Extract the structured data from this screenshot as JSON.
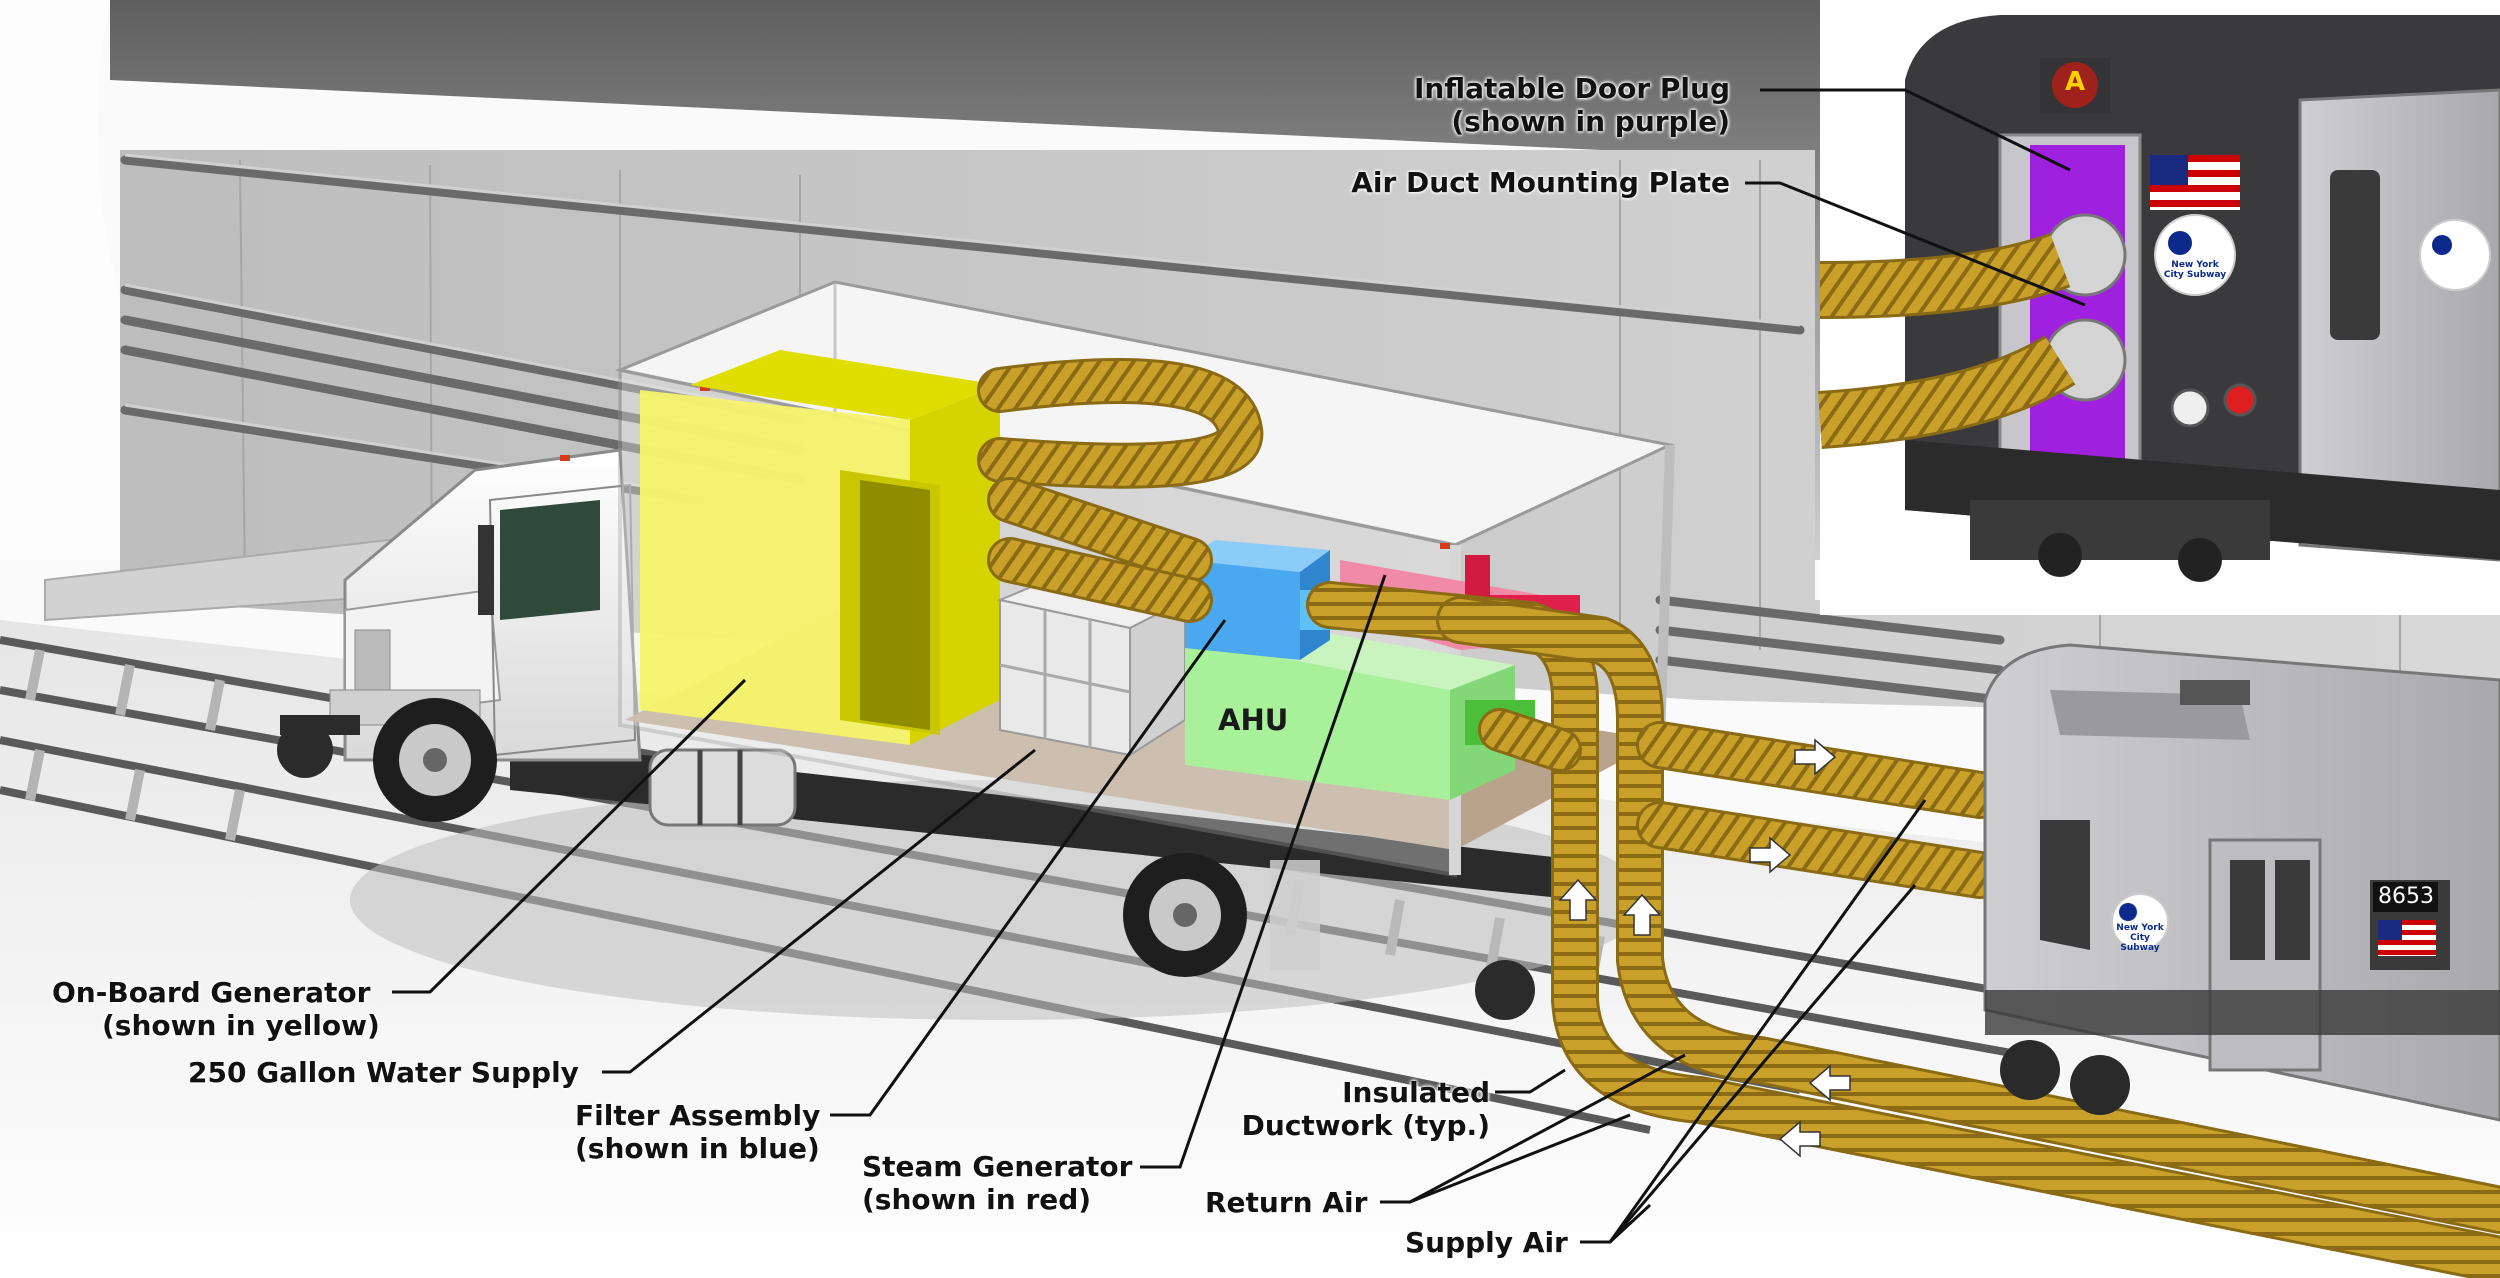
{
  "components": {
    "ahu_label": "AHU",
    "car_number": "8653",
    "route_letter": "A",
    "logo_text": "New York City Subway"
  },
  "callouts": {
    "door_plug": [
      "Inflatable Door Plug",
      "(shown in purple)"
    ],
    "mounting_plate": "Air Duct Mounting Plate",
    "generator": [
      "On-Board Generator",
      "(shown in yellow)"
    ],
    "water": "250 Gallon Water Supply",
    "filter": [
      "Filter Assembly",
      "(shown in blue)"
    ],
    "steam": [
      "Steam Generator",
      "(shown in red)"
    ],
    "ductwork": [
      "Insulated",
      "Ductwork (typ.)"
    ],
    "return_air": "Return Air",
    "supply_air": "Supply Air"
  },
  "colors": {
    "generator": "#f2f000",
    "filter": "#4aa8f0",
    "steam": "#e0204a",
    "ahu": "#a8f09a",
    "door_plug": "#a020e0",
    "duct": "#c9a12a",
    "duct_dark": "#8a6a14",
    "tunnel": "#9a9a9a"
  }
}
